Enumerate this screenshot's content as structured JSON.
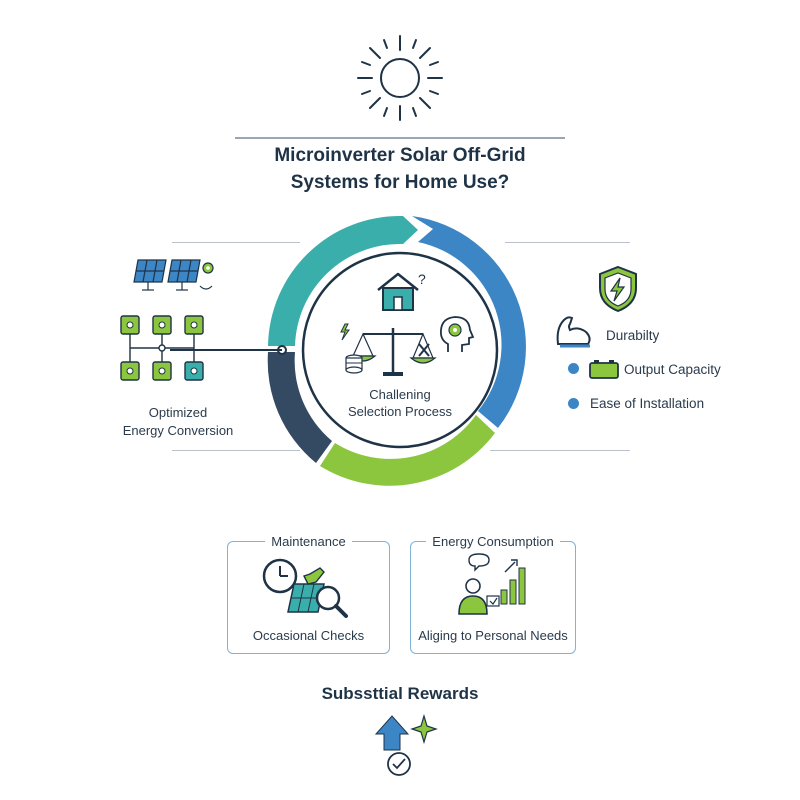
{
  "title_line1": "Microinverter Solar Off-Grid",
  "title_line2": "Systems for Home Use?",
  "center": {
    "line1": "Challening",
    "line2": "Selection Process"
  },
  "left": {
    "line1": "Optimized",
    "line2": "Energy Conversion"
  },
  "right": {
    "items": [
      {
        "label": "Durabilty"
      },
      {
        "label": "Output Capacity"
      },
      {
        "label": "Ease of Installation"
      }
    ]
  },
  "cards": [
    {
      "title": "Maintenance",
      "footer": "Occasional Checks"
    },
    {
      "title": "Energy Consumption",
      "footer": "Aliging to Personal Needs"
    }
  ],
  "rewards": "Subssttial Rewards",
  "colors": {
    "teal": "#3aaeab",
    "blue": "#3d86c6",
    "green": "#8cc63f",
    "navy": "#344a63",
    "dark": "#1f3347"
  }
}
